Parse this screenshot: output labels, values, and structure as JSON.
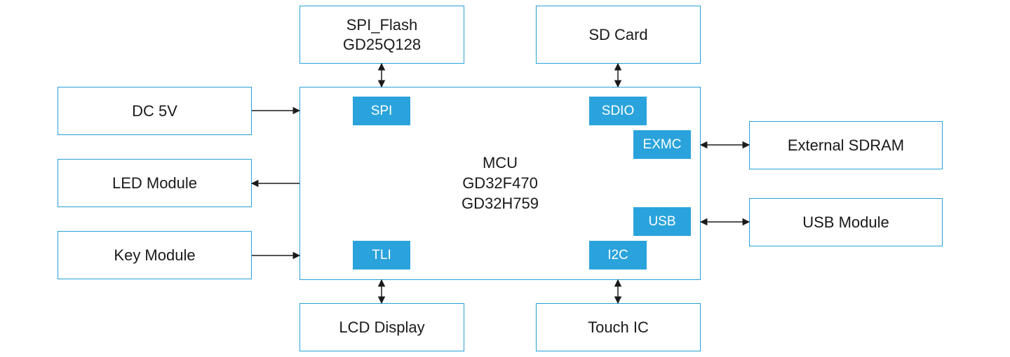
{
  "colors": {
    "border": "#29a0d8",
    "interface_fill": "#2aa3dc",
    "interface_text": "#ffffff",
    "text": "#1a1a1a",
    "arrow": "#1a1a1a"
  },
  "mcu": {
    "lines": [
      "MCU",
      "GD32F470",
      "GD32H759"
    ],
    "interfaces": {
      "spi": "SPI",
      "sdio": "SDIO",
      "exmc": "EXMC",
      "usb": "USB",
      "tli": "TLI",
      "i2c": "I2C"
    }
  },
  "peripherals": {
    "spi_flash": [
      "SPI_Flash",
      "GD25Q128"
    ],
    "sd_card": "SD Card",
    "dc_5v": "DC 5V",
    "led_module": "LED Module",
    "key_module": "Key Module",
    "external_sdram": "External SDRAM",
    "usb_module": "USB Module",
    "lcd_display": "LCD Display",
    "touch_ic": "Touch IC"
  },
  "connections": [
    {
      "from": "dc_5v",
      "to": "mcu",
      "direction": "to-mcu"
    },
    {
      "from": "mcu",
      "to": "led_module",
      "direction": "from-mcu"
    },
    {
      "from": "key_module",
      "to": "mcu",
      "direction": "to-mcu"
    },
    {
      "from": "spi_flash",
      "to": "spi",
      "direction": "bidirectional"
    },
    {
      "from": "sd_card",
      "to": "sdio",
      "direction": "bidirectional"
    },
    {
      "from": "exmc",
      "to": "external_sdram",
      "direction": "bidirectional"
    },
    {
      "from": "usb",
      "to": "usb_module",
      "direction": "bidirectional"
    },
    {
      "from": "tli",
      "to": "lcd_display",
      "direction": "bidirectional"
    },
    {
      "from": "i2c",
      "to": "touch_ic",
      "direction": "bidirectional"
    }
  ]
}
